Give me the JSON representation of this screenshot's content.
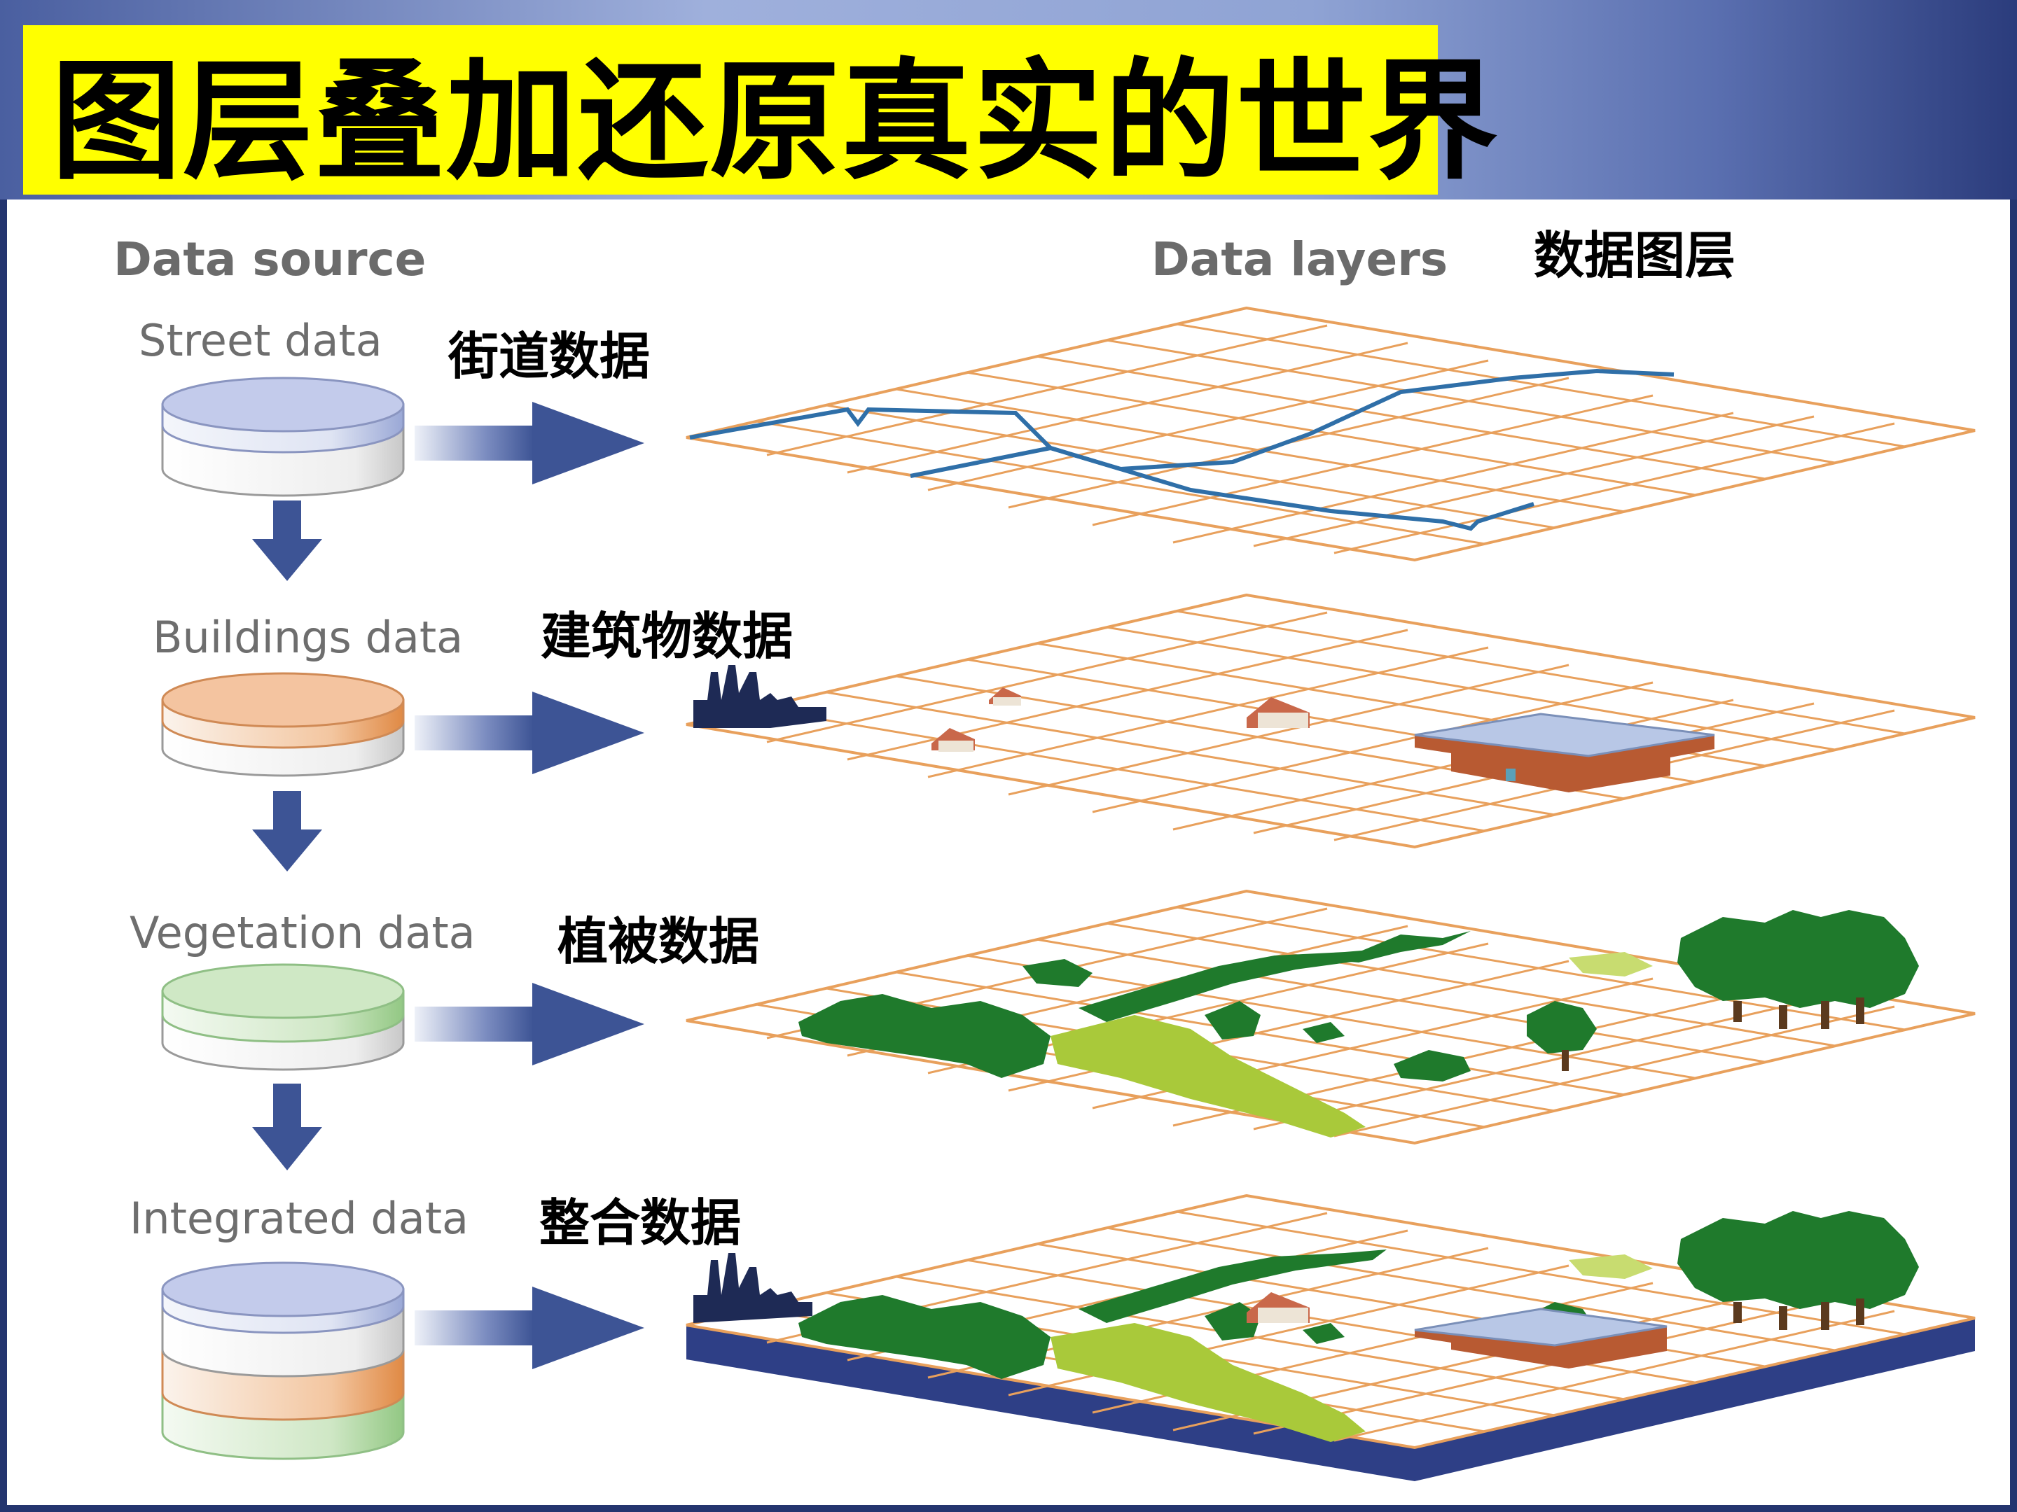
{
  "title": "图层叠加还原真实的世界",
  "headers": {
    "source": "Data source",
    "layers": "Data layers",
    "layers_cn": "数据图层"
  },
  "sources": [
    {
      "label": "Street data",
      "label_cn": "街道数据",
      "color": "#b9c3e6"
    },
    {
      "label": "Buildings data",
      "label_cn": "建筑物数据",
      "color": "#eda36a"
    },
    {
      "label": "Vegetation data",
      "label_cn": "植被数据",
      "color": "#a9d39a"
    },
    {
      "label": "Integrated data",
      "label_cn": "整合数据",
      "color": "#b9c3e6"
    }
  ],
  "colors": {
    "title_bg": "#ffff00",
    "grid": "#e8a05c",
    "street": "#2f6fa8",
    "arrow": "#3d5495",
    "tree_dark": "#1f7a2c",
    "tree_light": "#a9c93a",
    "base": "#2e3f86"
  }
}
